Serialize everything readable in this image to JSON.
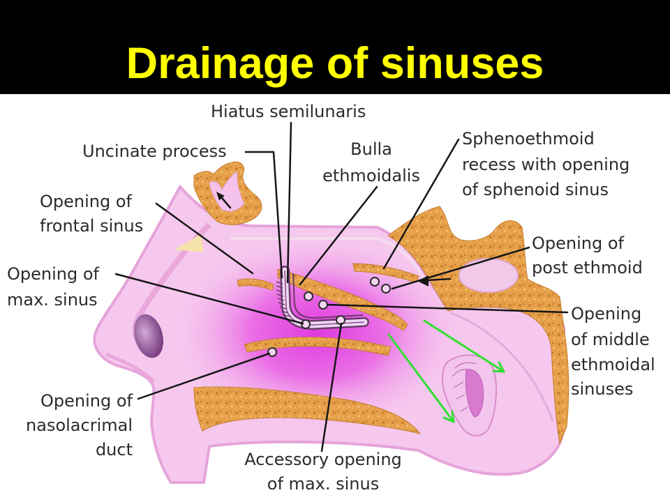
{
  "title": "Drainage of sinuses",
  "labels": {
    "hiatus_semilunaris": "Hiatus semilunaris",
    "uncinate_process": "Uncinate process",
    "bulla_ethmoidalis": [
      "Bulla",
      "ethmoidalis"
    ],
    "sphenoethmoid_recess": [
      "Sphenoethmoid",
      "recess with opening",
      "of sphenoid sinus"
    ],
    "opening_frontal_sinus": [
      "Opening of",
      "frontal sinus"
    ],
    "opening_post_ethmoid": [
      "Opening of",
      "post ethmoid"
    ],
    "opening_max_sinus": [
      "Opening of",
      "max. sinus"
    ],
    "opening_middle_ethmoidal": [
      "Opening",
      "of middle",
      "ethmoidal",
      "sinuses"
    ],
    "opening_nasolacrimal_duct": [
      "Opening of",
      "nasolacrimal",
      "duct"
    ],
    "accessory_opening_max_sinus": [
      "Accessory opening",
      "of max. sinus"
    ]
  },
  "colors": {
    "header_background": "#000000",
    "title_text": "#ffff00",
    "label_text": "#2b2b2b",
    "bone": "#e6a049",
    "soft_tissue": "#f6c8ee",
    "mucosa_center": "#e03ade",
    "drainage_arrows": "#2fe02f"
  }
}
